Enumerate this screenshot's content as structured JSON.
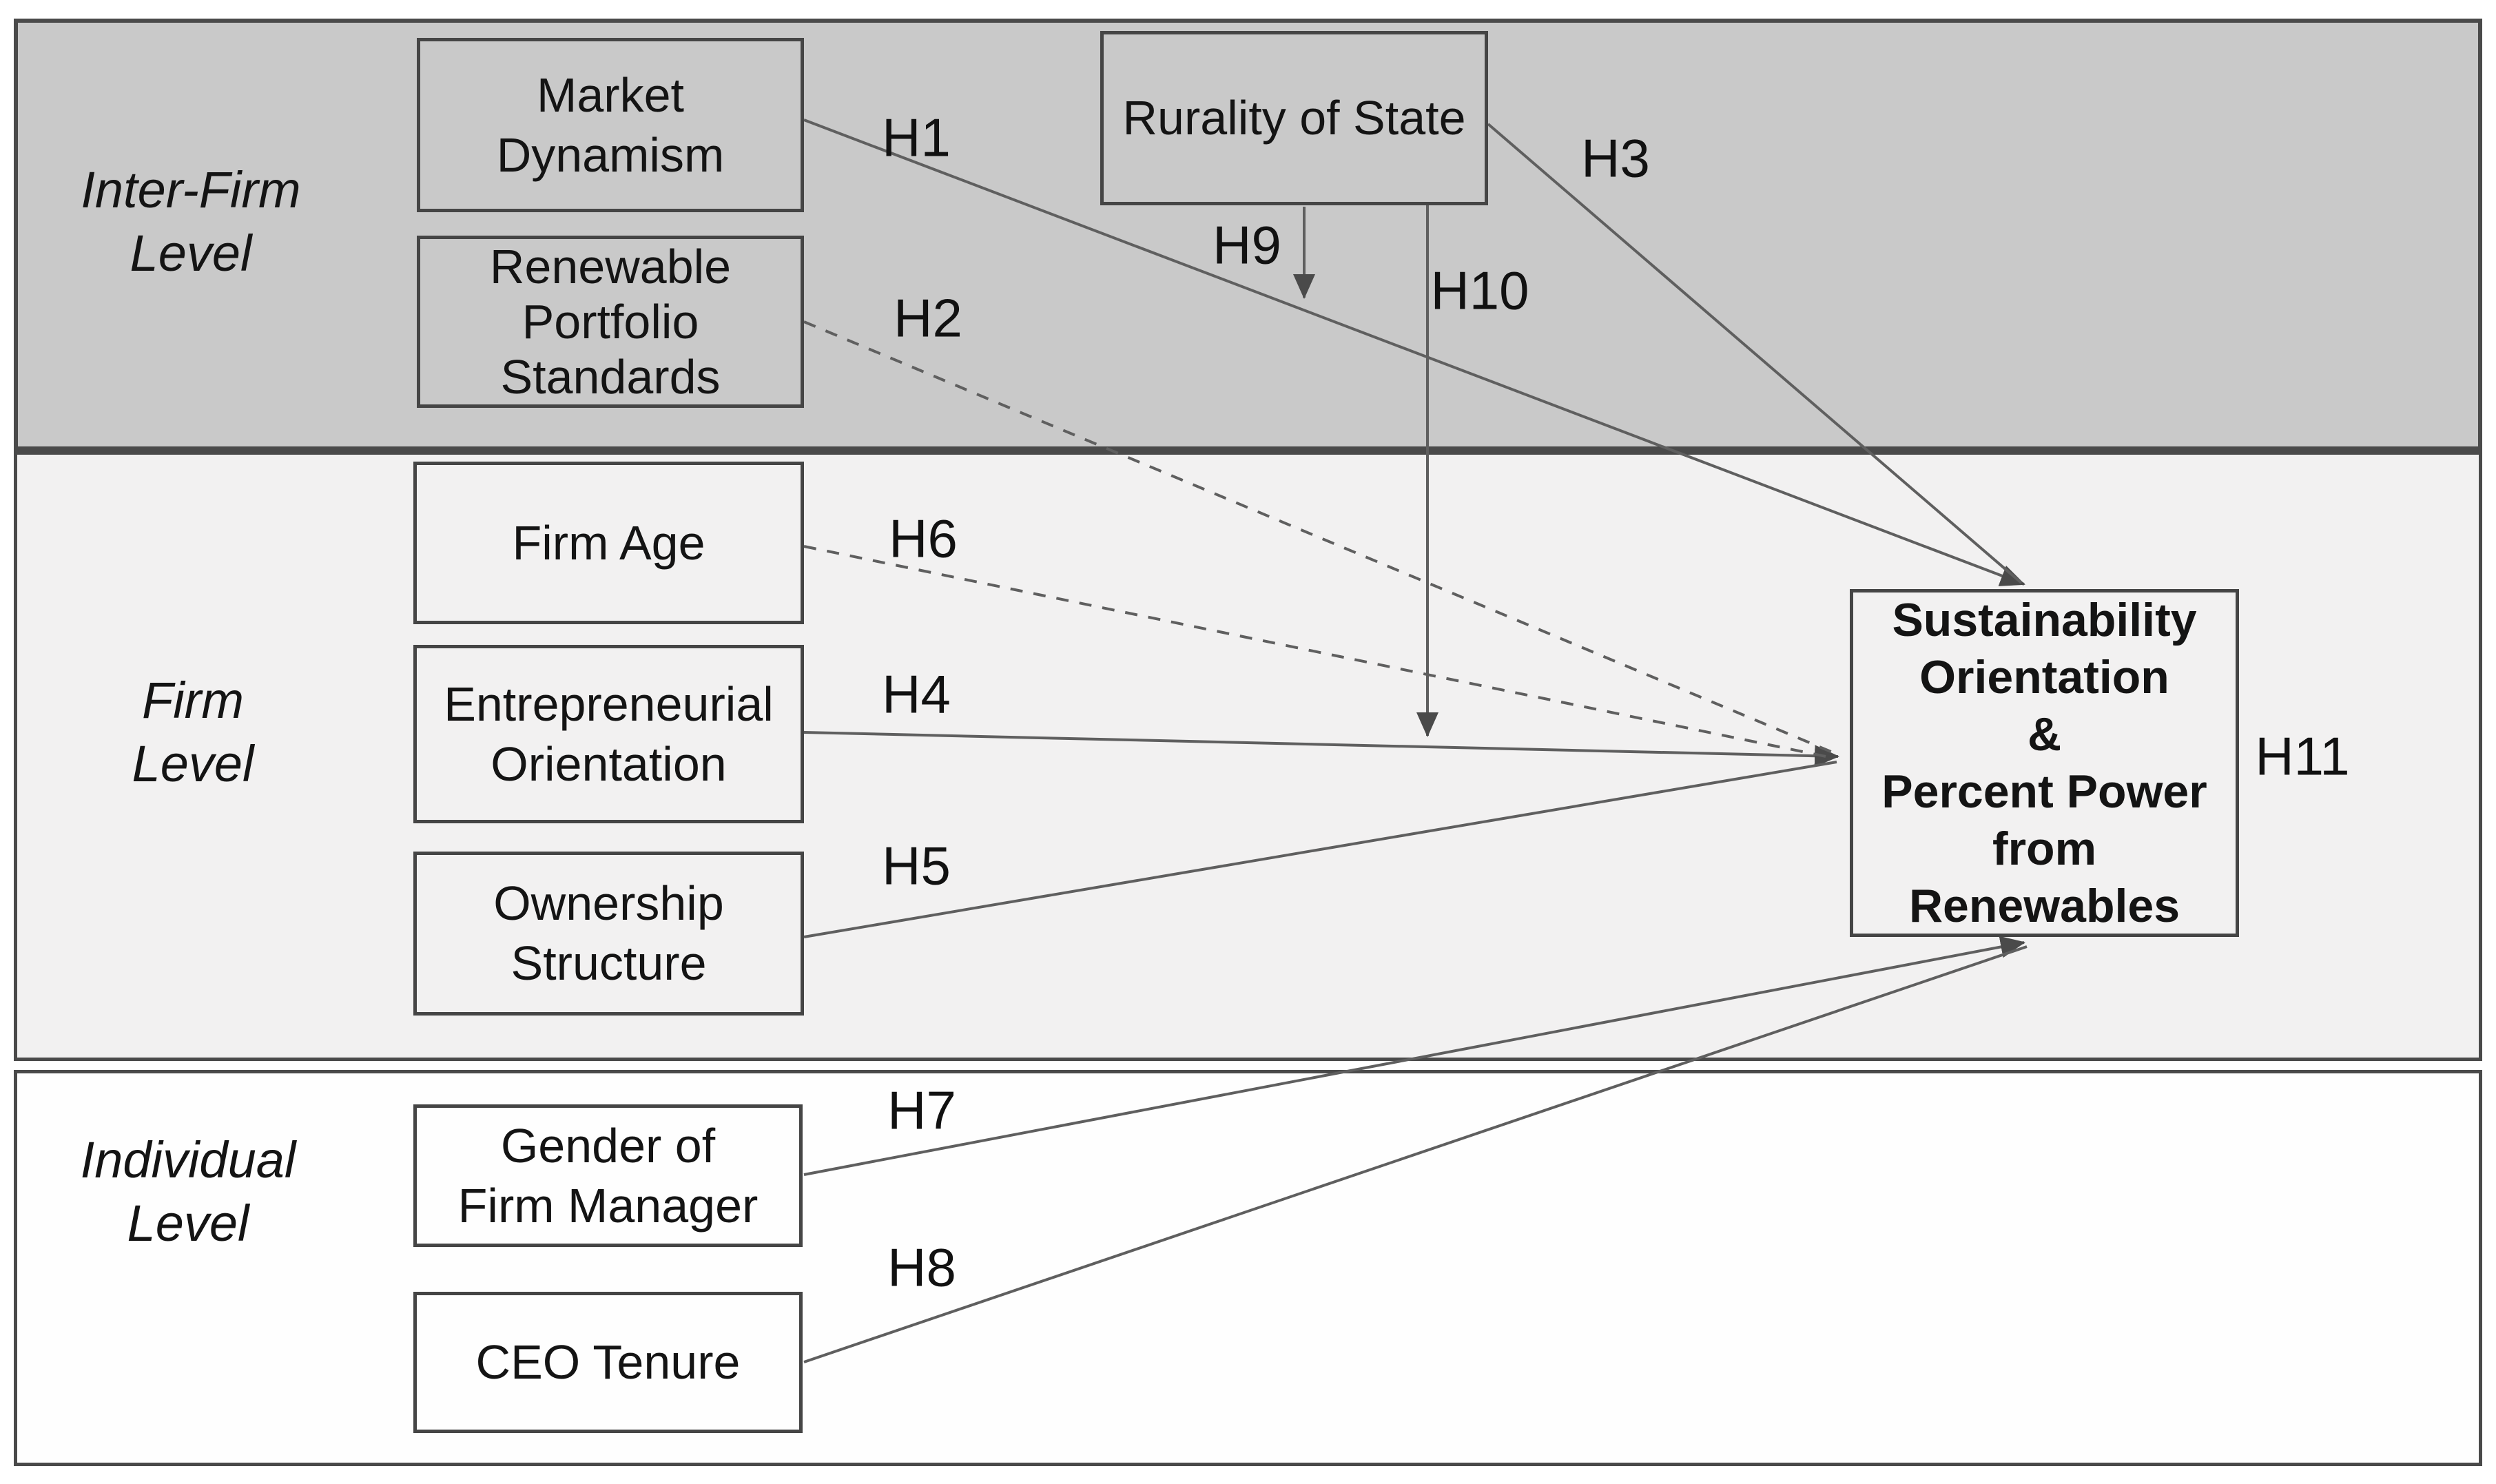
{
  "figure": {
    "title_semantic": "Multilevel conceptual model of hypotheses H1-H11",
    "levels": {
      "inter_firm": {
        "lines": [
          "Inter-Firm",
          "Level"
        ]
      },
      "firm": {
        "lines": [
          "Firm",
          "Level"
        ]
      },
      "individual": {
        "lines": [
          "Individual",
          "Level"
        ]
      }
    },
    "boxes": {
      "market_dynamism": {
        "lines": [
          "Market",
          "Dynamism"
        ]
      },
      "renewable_portfolio_standards": {
        "lines": [
          "Renewable",
          "Portfolio",
          "Standards"
        ]
      },
      "rurality_of_state": {
        "lines": [
          "Rurality of State"
        ]
      },
      "firm_age": {
        "lines": [
          "Firm Age"
        ]
      },
      "entrepreneurial_orientation": {
        "lines": [
          "Entrepreneurial",
          "Orientation"
        ]
      },
      "ownership_structure": {
        "lines": [
          "Ownership",
          "Structure"
        ]
      },
      "gender_of_firm_manager": {
        "lines": [
          "Gender of",
          "Firm Manager"
        ]
      },
      "ceo_tenure": {
        "lines": [
          "CEO Tenure"
        ]
      },
      "outcome": {
        "lines": [
          "Sustainability",
          "Orientation",
          "&",
          "Percent Power",
          "from",
          "Renewables"
        ]
      }
    },
    "hypotheses": {
      "h1": "H1",
      "h2": "H2",
      "h3": "H3",
      "h4": "H4",
      "h5": "H5",
      "h6": "H6",
      "h7": "H7",
      "h8": "H8",
      "h9": "H9",
      "h10": "H10",
      "h11": "H11"
    },
    "line_styles": {
      "solid_hypotheses": [
        "H1",
        "H3",
        "H4",
        "H5",
        "H7",
        "H8",
        "H9",
        "H10"
      ],
      "dashed_hypotheses": [
        "H2",
        "H6"
      ]
    },
    "colors": {
      "inter_firm_band_fill": "#c9c9c9",
      "firm_band_fill": "#f2f1f1",
      "individual_band_fill": "#fefefe",
      "band_border": "#4a4a4a",
      "box_border": "#454545",
      "arrow": "#5f5f5f",
      "text": "#141414"
    }
  }
}
